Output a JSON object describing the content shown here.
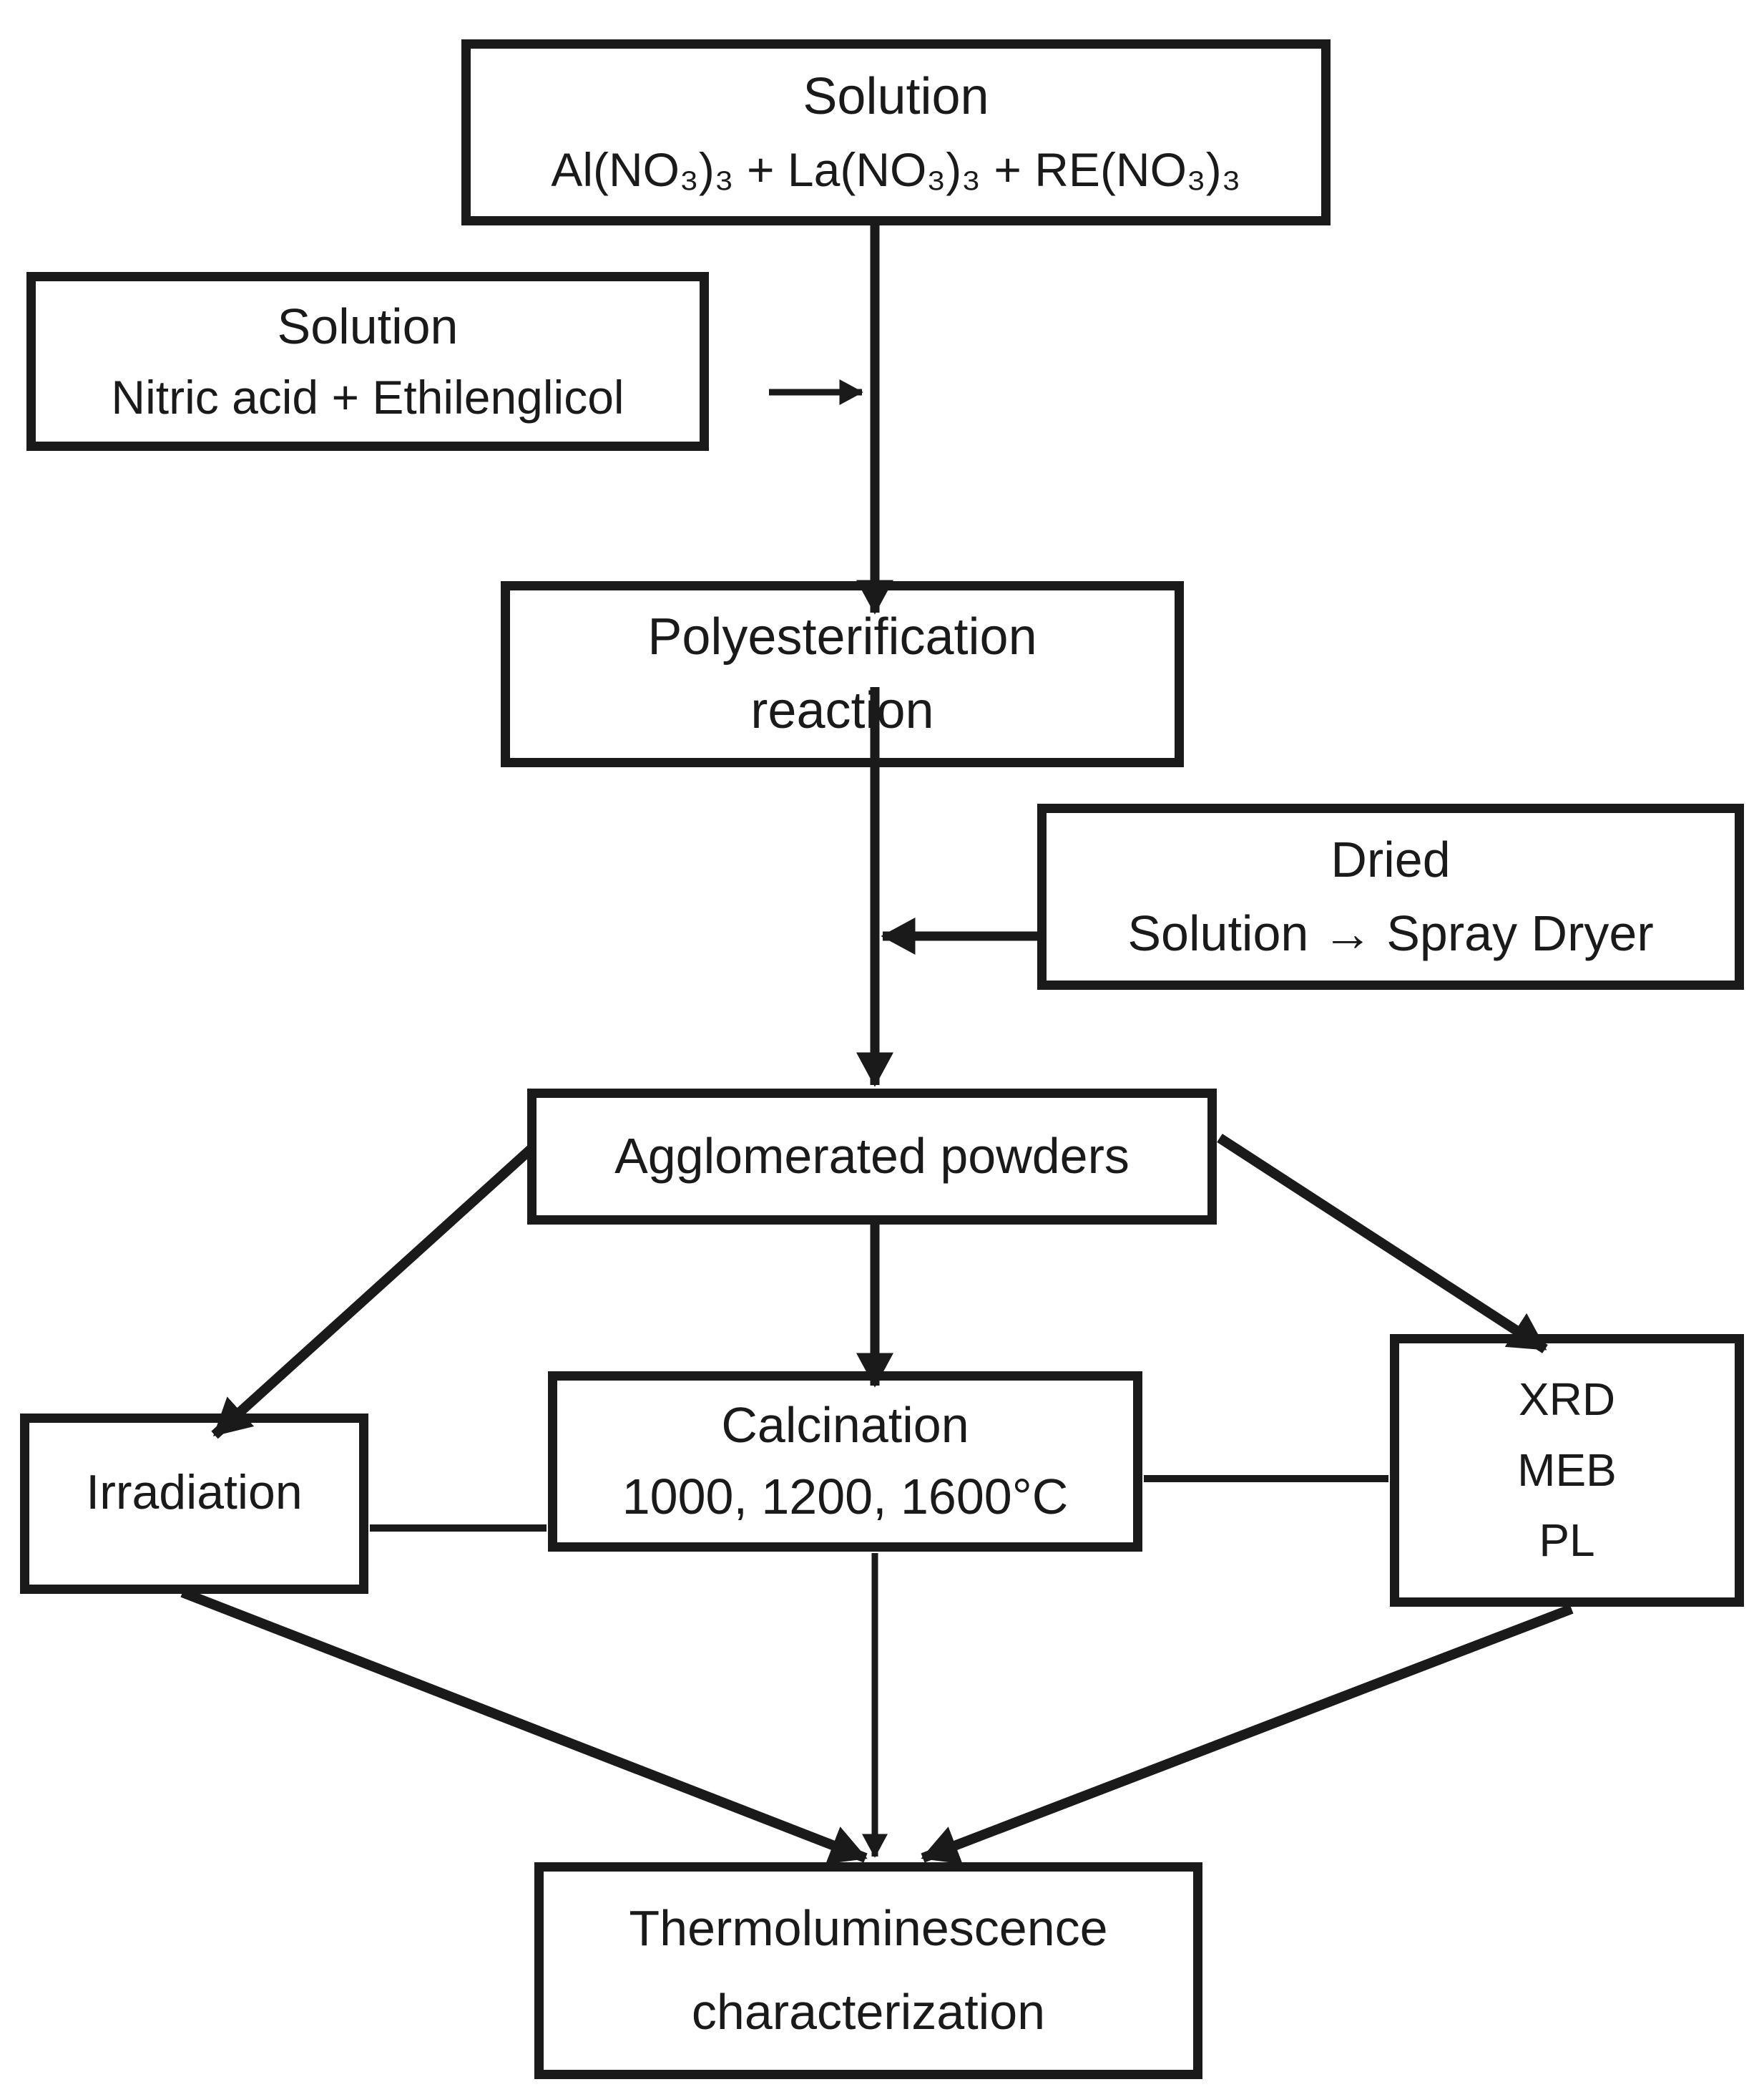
{
  "diagram": {
    "type": "flowchart",
    "colors": {
      "ink": "#1a1a1a",
      "background": "#ffffff"
    },
    "nodes": {
      "solution_nitrates": {
        "lines": [
          "Solution",
          "Al(NO₃)₃ + La(NO₃)₃ + RE(NO₃)₃"
        ]
      },
      "solution_acid": {
        "lines": [
          "Solution",
          "Nitric acid + Ethilenglicol"
        ]
      },
      "polyesterification": {
        "lines": [
          "Polyesterification",
          "reaction"
        ]
      },
      "dried": {
        "lines": [
          "Dried",
          "Solution → Spray Dryer"
        ]
      },
      "agglomerated": {
        "lines": [
          "Agglomerated powders"
        ]
      },
      "irradiation": {
        "lines": [
          "Irradiation"
        ]
      },
      "calcination": {
        "lines": [
          "Calcination",
          "1000, 1200, 1600°C"
        ]
      },
      "characterization_methods": {
        "lines": [
          "XRD",
          "MEB",
          "PL"
        ]
      },
      "thermoluminescence": {
        "lines": [
          "Thermoluminescence",
          "characterization"
        ]
      }
    },
    "edges": [
      {
        "from": "solution_nitrates",
        "to": "polyesterification",
        "arrow": true
      },
      {
        "from": "solution_acid",
        "to": "main-flow-line",
        "arrow": true
      },
      {
        "from": "polyesterification",
        "to": "agglomerated",
        "arrow": true
      },
      {
        "from": "dried",
        "to": "main-flow-line",
        "arrow": true
      },
      {
        "from": "agglomerated",
        "to": "calcination",
        "arrow": true
      },
      {
        "from": "agglomerated",
        "to": "irradiation",
        "arrow": true
      },
      {
        "from": "agglomerated",
        "to": "characterization_methods",
        "arrow": true
      },
      {
        "from": "irradiation",
        "to": "calcination",
        "arrow": false
      },
      {
        "from": "calcination",
        "to": "characterization_methods",
        "arrow": false
      },
      {
        "from": "irradiation",
        "to": "thermoluminescence",
        "arrow": true
      },
      {
        "from": "calcination",
        "to": "thermoluminescence",
        "arrow": true
      },
      {
        "from": "characterization_methods",
        "to": "thermoluminescence",
        "arrow": true
      }
    ]
  }
}
